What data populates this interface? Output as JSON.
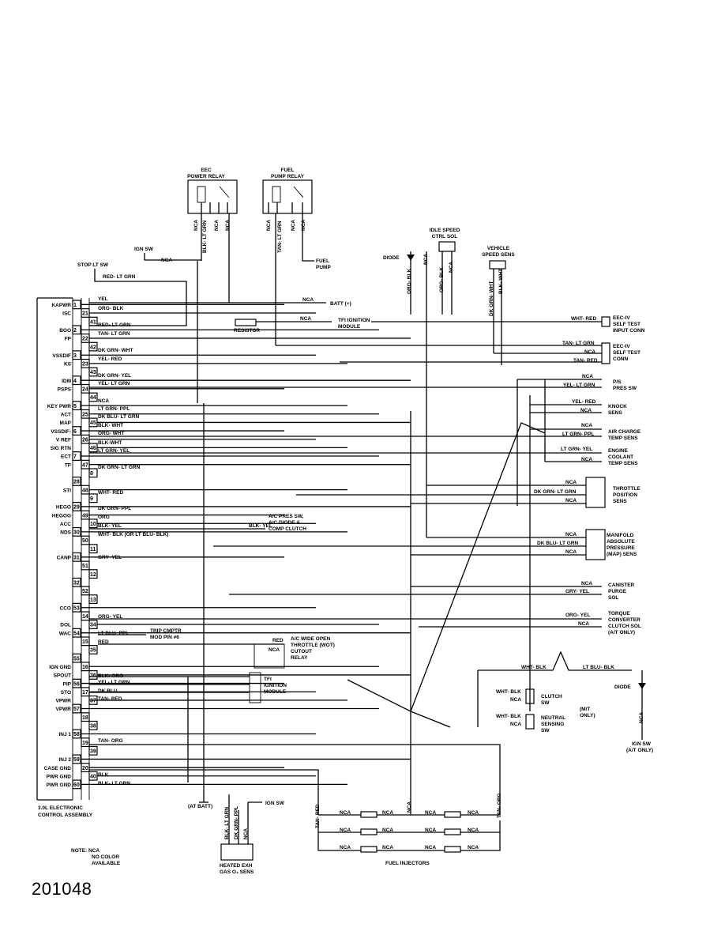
{
  "figure_number": "201048",
  "ecu": {
    "title_lines": [
      "3.0L ELECTRONIC",
      "CONTROL ASSEMBLY"
    ],
    "pins": [
      {
        "label": "KAPWR",
        "pin": "1"
      },
      {
        "label": "ISC",
        "pin": "21"
      },
      {
        "label": "",
        "pin": "41"
      },
      {
        "label": "BOO",
        "pin": "2"
      },
      {
        "label": "FP",
        "pin": "22"
      },
      {
        "label": "",
        "pin": "42"
      },
      {
        "label": "VSSDIF",
        "pin": "3"
      },
      {
        "label": "KS",
        "pin": "23"
      },
      {
        "label": "",
        "pin": "43"
      },
      {
        "label": "IDM",
        "pin": "4"
      },
      {
        "label": "PSPS",
        "pin": "24"
      },
      {
        "label": "",
        "pin": "44"
      },
      {
        "label": "KEY PWR",
        "pin": "5"
      },
      {
        "label": "ACT",
        "pin": "25"
      },
      {
        "label": "MAP",
        "pin": "45"
      },
      {
        "label": "VSSDIF-",
        "pin": "6"
      },
      {
        "label": "V REF",
        "pin": "26"
      },
      {
        "label": "SIG RTN",
        "pin": "46"
      },
      {
        "label": "ECT",
        "pin": "7"
      },
      {
        "label": "TP",
        "pin": "47"
      },
      {
        "label": "",
        "pin": "8"
      },
      {
        "label": "",
        "pin": "28"
      },
      {
        "label": "STI",
        "pin": "48"
      },
      {
        "label": "",
        "pin": "9"
      },
      {
        "label": "HEGO",
        "pin": "29"
      },
      {
        "label": "HEGOG",
        "pin": "49"
      },
      {
        "label": "ACC",
        "pin": "10"
      },
      {
        "label": "NDS",
        "pin": "30"
      },
      {
        "label": "",
        "pin": "50"
      },
      {
        "label": "",
        "pin": "11"
      },
      {
        "label": "CANP",
        "pin": "31"
      },
      {
        "label": "",
        "pin": "51"
      },
      {
        "label": "",
        "pin": "12"
      },
      {
        "label": "",
        "pin": "32"
      },
      {
        "label": "",
        "pin": "52"
      },
      {
        "label": "",
        "pin": "13"
      },
      {
        "label": "CCO",
        "pin": "53"
      },
      {
        "label": "",
        "pin": "14"
      },
      {
        "label": "DOL",
        "pin": "34"
      },
      {
        "label": "WAC",
        "pin": "54"
      },
      {
        "label": "",
        "pin": "15"
      },
      {
        "label": "",
        "pin": "35"
      },
      {
        "label": "",
        "pin": "55"
      },
      {
        "label": "IGN GND",
        "pin": "16"
      },
      {
        "label": "SPOUT",
        "pin": "36"
      },
      {
        "label": "PIP",
        "pin": "56"
      },
      {
        "label": "STO",
        "pin": "17"
      },
      {
        "label": "VPWR",
        "pin": "37"
      },
      {
        "label": "VPWR",
        "pin": "57"
      },
      {
        "label": "",
        "pin": "18"
      },
      {
        "label": "",
        "pin": "38"
      },
      {
        "label": "INJ 1",
        "pin": "58"
      },
      {
        "label": "",
        "pin": "19"
      },
      {
        "label": "",
        "pin": "39"
      },
      {
        "label": "INJ 2",
        "pin": "59"
      },
      {
        "label": "CASE GND",
        "pin": "20"
      },
      {
        "label": "PWR GND",
        "pin": "40"
      },
      {
        "label": "PWR GND",
        "pin": "60"
      }
    ]
  },
  "wire_labels": {
    "yel": "YEL",
    "org_blk": "ORG- BLK",
    "red_lt_grn": "RED- LT GRN",
    "tan_lt_grn": "TAN- LT GRN",
    "dk_grn_wht": "DK GRN- WHT",
    "yel_red": "YEL- RED",
    "dk_grn_yel": "DK GRN- YEL",
    "yel_lt_grn": "YEL- LT GRN",
    "nca": "NCA",
    "lt_grn_ppl": "LT GRN- PPL",
    "dk_blu_lt_grn": "DK BLU- LT GRN",
    "blk_wht": "BLK- WHT",
    "org_wht": "ORG- WHT",
    "blk_wht2": "BLK-WHT",
    "lt_grn_yel": "LT GRN- YEL",
    "dk_grn_lt_grn": "DK GRN- LT GRN",
    "wht_red": "WHT- RED",
    "dk_grn_ppl": "DK GRN- PPL",
    "org": "ORG",
    "blk_yel": "BLK- YEL",
    "wht_blk_or": "WHT- BLK (OR LT BLU- BLK)",
    "gry_yel": "GRY- YEL",
    "org_yel": "ORG- YEL",
    "lt_blu_ppl": "LT BLU- PPL",
    "red": "RED",
    "blk_org": "BLK- ORG",
    "yel_lt_grn2": "YEL- LT GRN",
    "dk_blu": "DK BLU",
    "tan_red": "TAN- RED",
    "tan_org": "TAN- ORG",
    "blk": "BLK",
    "blk_lt_grn": "BLK- LT GRN",
    "blk_lt_grn2": "BLK- LT GRN",
    "red_lt_grn_top": "RED- LT GRN",
    "wht_blk": "WHT- BLK",
    "lt_blu_blk": "LT BLU- BLK",
    "dk_grn_lt_grn_tps": "DK GRN- LT GRN",
    "dk_blu_lt_grn_map": "DK BLU- LT GRN",
    "lt_grn_ppl_act": "LT GRN- PPL",
    "lt_grn_yel_ect": "LT GRN- YEL",
    "tan_lt_grn_st": "TAN- LT GRN",
    "tan_red_st": "TAN- RED",
    "blk_yel_ac": "BLK- YEL",
    "yel_red_ks": "YEL- RED",
    "yel_lt_grn_ps": "YEL- LT GRN",
    "org_yel_tcc": "ORG- YEL",
    "gry_yel_can": "GRY- YEL",
    "blk_lt_grn_v": "BLK- LT GRN",
    "tan_lt_grn_v": "TAN- LT GRN",
    "org_blk_v": "ORG- BLK",
    "dk_grn_wht_v": "DK GRN- WHT",
    "blk_wht_v": "BLK- WHT",
    "dk_grn_ppl_v": "DK GRN- PPL",
    "blk_lt_grn_h": "BLK- LT GRN",
    "tan_red_inj": "TAN- RED",
    "tan_org_inj": "TAN- ORG"
  },
  "components": {
    "eec_relay": [
      "EEC",
      "POWER RELAY"
    ],
    "fuel_relay": [
      "FUEL",
      "PUMP RELAY"
    ],
    "idle_speed": [
      "IDLE SPEED",
      "CTRL SOL"
    ],
    "vss": [
      "VEHICLE",
      "SPEED SENS"
    ],
    "ign_sw": "IGN SW",
    "stop_lt_sw": "STOP LT SW",
    "fuel_pump": [
      "FUEL",
      "PUMP"
    ],
    "diode": "DIODE",
    "batt": "BATT (+)",
    "resistor": "RESISTOR",
    "tfi_top": [
      "TFI IGNITION",
      "MODULE"
    ],
    "eec_self_test_input": [
      "EEC-IV",
      "SELF TEST",
      "INPUT CONN"
    ],
    "eec_self_test_conn": [
      "EEC-IV",
      "SELF TEST",
      "CONN"
    ],
    "ps_pres_sw": [
      "P/S",
      "PRES SW"
    ],
    "knock_sens": [
      "KNOCK",
      "SENS"
    ],
    "air_charge": [
      "AIR CHARGE",
      "TEMP SENS"
    ],
    "coolant": [
      "ENGINE",
      "COOLANT",
      "TEMP SENS"
    ],
    "tps": [
      "THROTTLE",
      "POSITION",
      "SENS"
    ],
    "ac_pres": [
      "A/C PRES SW,",
      "A/C DIODE &",
      "COMP CLUTCH"
    ],
    "map": [
      "MANIFOLD",
      "ABSOLUTE",
      "PRESSURE",
      "(MAP) SENS"
    ],
    "canister": [
      "CANISTER",
      "PURGE",
      "SOL"
    ],
    "tcc": [
      "TORQUE",
      "CONVERTER",
      "CLUTCH SOL",
      "(A/T ONLY)"
    ],
    "trip": [
      "TRIP CMPTR",
      "MOD PIN #6"
    ],
    "wot": [
      "A/C WIDE OPEN",
      "THROTTLE (WOT)",
      "CUTOUT",
      "RELAY"
    ],
    "tfi_bottom": [
      "TFI",
      "IGNITION",
      "MODULE"
    ],
    "clutch_sw": [
      "CLUTCH",
      "SW"
    ],
    "neutral_sw": [
      "NEUTRAL",
      "SENSING",
      "SW"
    ],
    "mt_only": [
      "(M/T",
      "ONLY)"
    ],
    "diode_right": "DIODE",
    "ign_sw_at": [
      "IGN SW",
      "(A/T ONLY)"
    ],
    "at_batt": "(AT BATT)",
    "ign_sw_bottom": "IGN SW",
    "heated_exh": [
      "HEATED EXH",
      "GAS O₂ SENS"
    ],
    "fuel_injectors": "FUEL INJECTORS",
    "note": [
      "NOTE:  NCA",
      "NO COLOR",
      "AVAILABLE"
    ]
  }
}
